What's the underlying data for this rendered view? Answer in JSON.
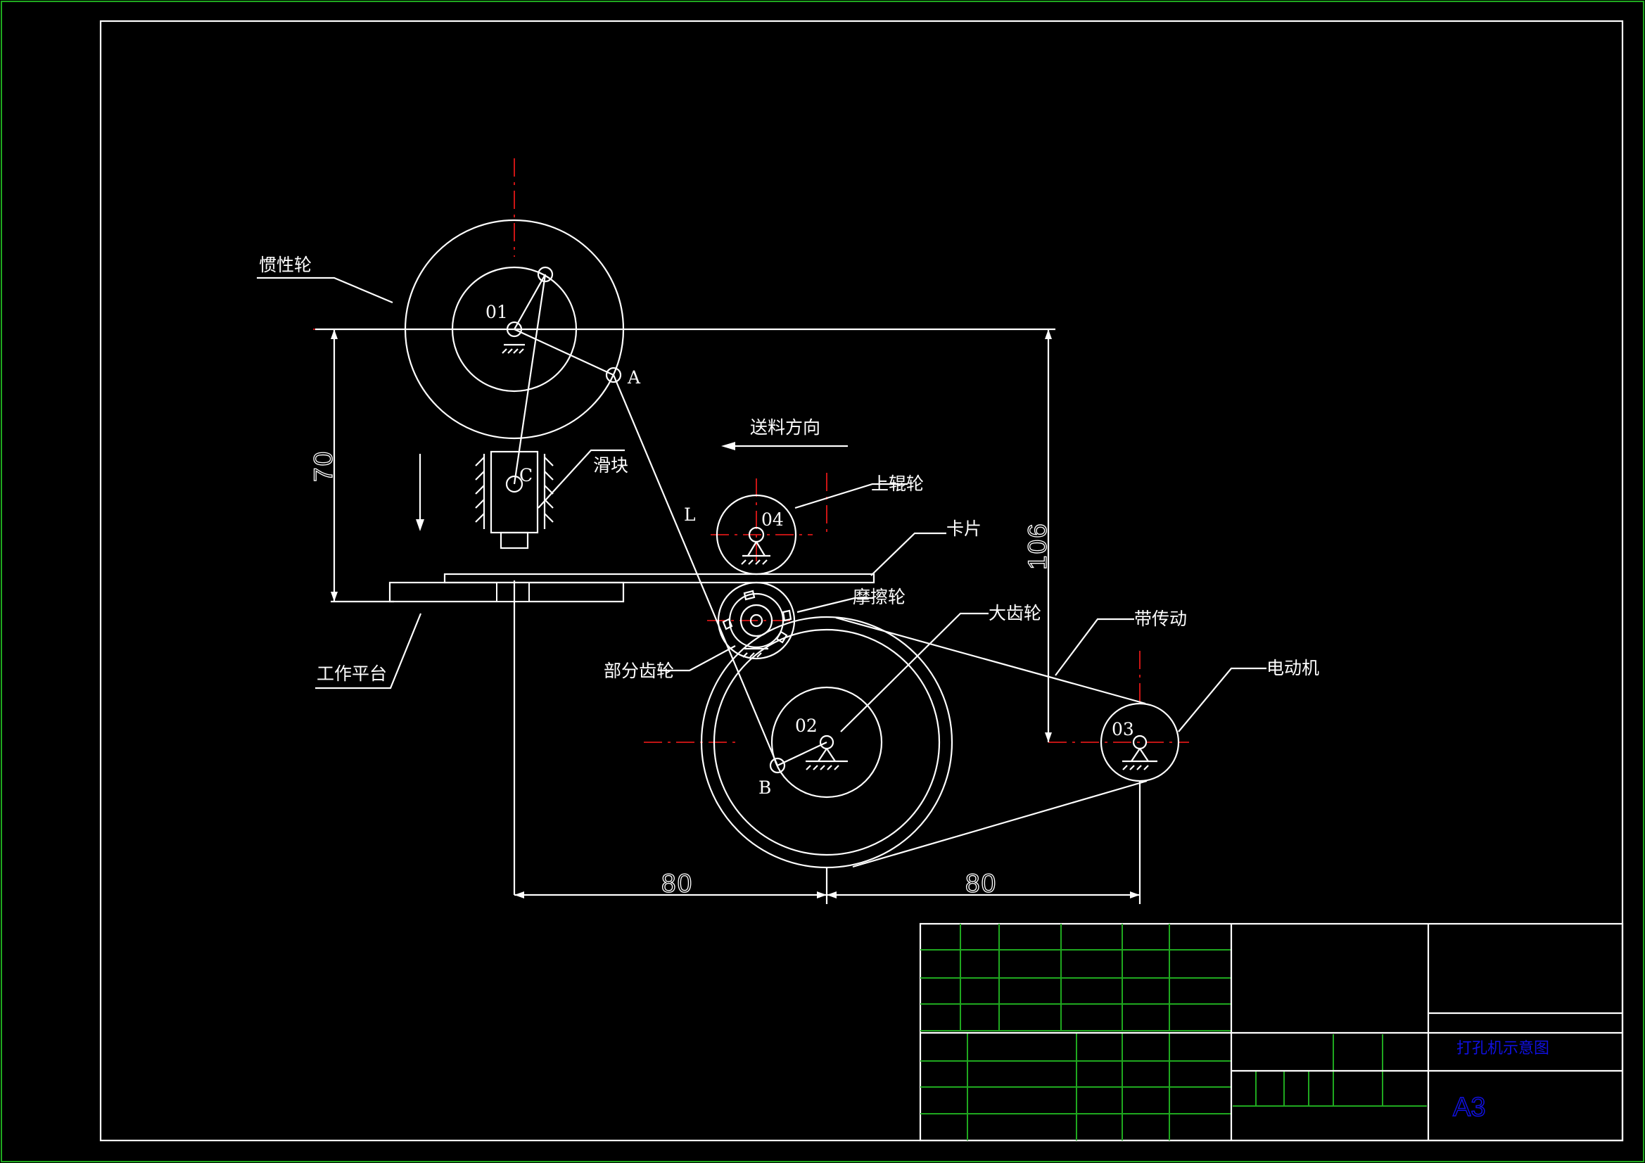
{
  "labels": {
    "inertia_wheel": "惯性轮",
    "slider": "滑块",
    "feed_direction": "送料方向",
    "upper_roller": "上辊轮",
    "card": "卡片",
    "friction_wheel": "摩擦轮",
    "large_gear": "大齿轮",
    "belt_drive": "带传动",
    "motor": "电动机",
    "work_platform": "工作平台",
    "partial_gear": "部分齿轮",
    "o1": "01",
    "o2": "02",
    "o3": "03",
    "o4": "04",
    "point_a": "A",
    "point_b": "B",
    "point_c": "C",
    "link_l": "L"
  },
  "dimensions": {
    "vertical_left": "70",
    "vertical_right": "106",
    "horizontal_left": "80",
    "horizontal_right": "80"
  },
  "title_block": {
    "drawing_name": "打孔机示意图",
    "sheet_size": "A3"
  }
}
